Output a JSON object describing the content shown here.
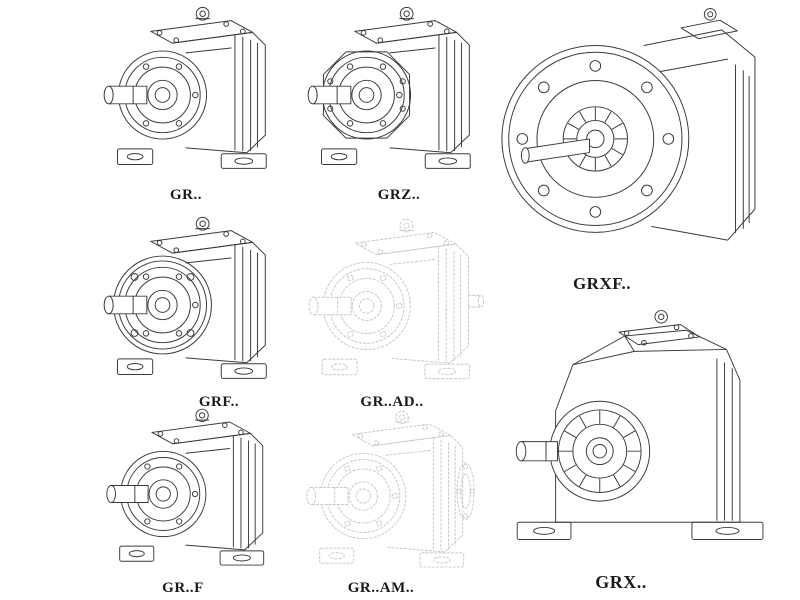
{
  "page": {
    "background": "#ffffff",
    "line_color": "#3a3a3a",
    "ghost_line_color": "#c8c8c8",
    "label_color": "#1a1a1a"
  },
  "items": [
    {
      "id": "gr",
      "label": "GR..",
      "style": "solid"
    },
    {
      "id": "grz",
      "label": "GRZ..",
      "style": "solid"
    },
    {
      "id": "grxf",
      "label": "GRXF..",
      "style": "solid"
    },
    {
      "id": "grf",
      "label": "GRF..",
      "style": "solid"
    },
    {
      "id": "gr-ad",
      "label": "GR..AD..",
      "style": "ghost"
    },
    {
      "id": "gr-f",
      "label": "GR..F",
      "style": "solid"
    },
    {
      "id": "gr-am",
      "label": "GR..AM..",
      "style": "ghost"
    },
    {
      "id": "grx",
      "label": "GRX..",
      "style": "solid"
    }
  ]
}
